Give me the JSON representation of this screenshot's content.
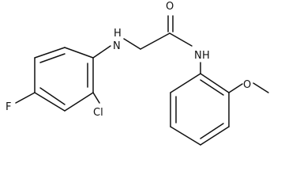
{
  "molecule": {
    "atom_labels": {
      "oxygen_carbonyl": "O",
      "nitrogen_amine": "H\nN",
      "nitrogen_amide": "N\nH",
      "fluorine": "F",
      "chlorine": "Cl",
      "oxygen_methoxy": "O"
    },
    "colors": {
      "bond": "#111111",
      "label": "#111111",
      "background": "#ffffff"
    }
  }
}
